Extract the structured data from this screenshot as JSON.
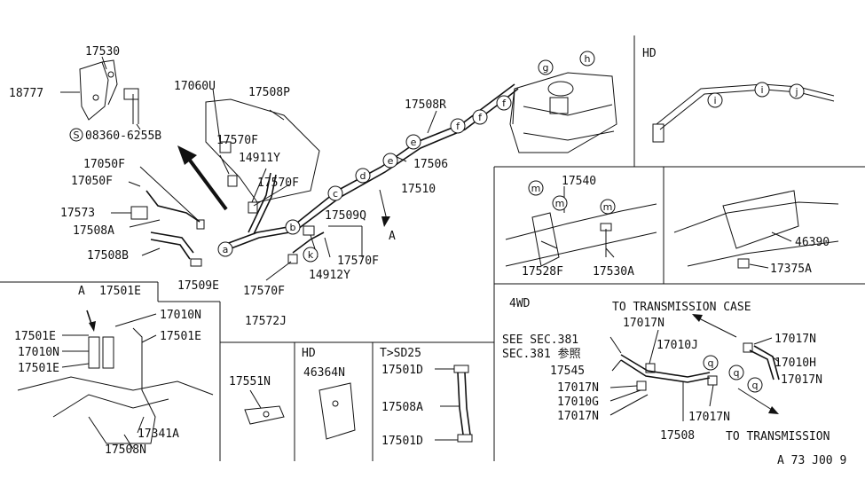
{
  "labels": {
    "p17530_top": "17530",
    "p18777": "18777",
    "p08360": "08360-6255B",
    "screw_symbol": "S",
    "p17060U": "17060U",
    "p17508P": "17508P",
    "p17570F_a": "17570F",
    "p14911Y": "14911Y",
    "p17050F_a": "17050F",
    "p17050F_b": "17050F",
    "p17570F_b": "17570F",
    "p17573": "17573",
    "p17508A_main": "17508A",
    "p17508B": "17508B",
    "p17509E": "17509E",
    "p17509Q": "17509Q",
    "p17570F_c": "17570F",
    "p14912Y": "14912Y",
    "p17570F_d": "17570F",
    "p17572J": "17572J",
    "arrow_A_main": "A",
    "p17508R": "17508R",
    "p17506": "17506",
    "p17510": "17510",
    "hd_top": "HD",
    "p17540": "17540",
    "p17528F": "17528F",
    "p17530A": "17530A",
    "p46390": "46390",
    "p17375A": "17375A",
    "arrow_A_inset": "A",
    "p17501E_a": "17501E",
    "p17501E_b": "17501E",
    "p17010N_a": "17010N",
    "p17010N_b": "17010N",
    "p17501E_c": "17501E",
    "p17501E_d": "17501E",
    "p17341A": "17341A",
    "p17508N": "17508N",
    "p17551N": "17551N",
    "hd_mid": "HD",
    "p46364N": "46364N",
    "t_sd25": "T>SD25",
    "p17501D_a": "17501D",
    "p17508A_sd": "17508A",
    "p17501D_b": "17501D",
    "wd4": "4WD",
    "to_trans_case": "TO TRANSMISSION CASE",
    "see_sec": "SEE SEC.381",
    "sec_ref": "SEC.381 参照",
    "p17017N_a": "17017N",
    "p17010J": "17010J",
    "p17017N_b": "17017N",
    "p17010H": "17010H",
    "p17017N_c": "17017N",
    "p17545": "17545",
    "p17017N_d": "17017N",
    "p17010G": "17010G",
    "p17017N_e": "17017N",
    "p17017N_f": "17017N",
    "p17508": "17508",
    "to_trans": "TO TRANSMISSION",
    "diagram_code": "A 73 J00 9"
  },
  "bubbles": {
    "a": "a",
    "b": "b",
    "c": "c",
    "d": "d",
    "e1": "e",
    "e2": "e",
    "f1": "f",
    "f2": "f",
    "f3": "f",
    "g": "g",
    "h": "h",
    "k": "k",
    "i1": "i",
    "i2": "i",
    "j": "j",
    "m1": "m",
    "m2": "m",
    "m3": "m",
    "q1": "q",
    "q2": "q",
    "q3": "q"
  }
}
